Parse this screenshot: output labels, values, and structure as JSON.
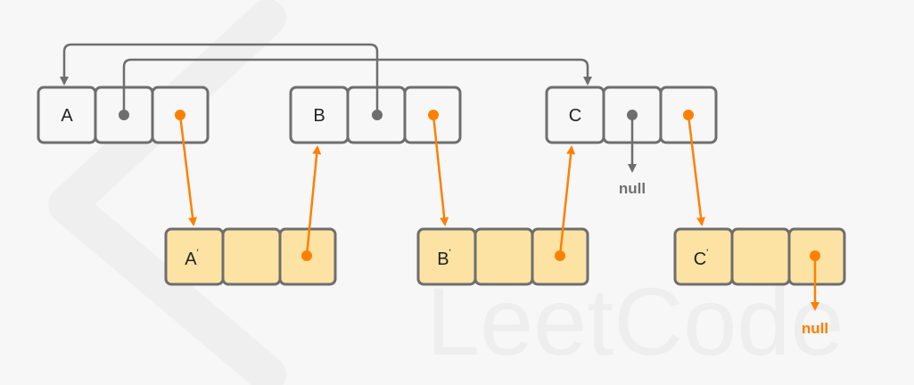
{
  "watermark": {
    "text": "LeetCode"
  },
  "original_nodes": [
    {
      "label": "A"
    },
    {
      "label": "B"
    },
    {
      "label": "C"
    }
  ],
  "copied_nodes": [
    {
      "label": "A",
      "mark": "'"
    },
    {
      "label": "B",
      "mark": "'"
    },
    {
      "label": "C",
      "mark": "'"
    }
  ],
  "null_labels": {
    "next_of_c": "null",
    "random_of_c_copy": "null"
  },
  "colors": {
    "background": "#f7f7f7",
    "original_fill": "#f7f7f7",
    "original_border": "#6e6e6e",
    "copy_fill": "#fce3a4",
    "copy_border": "#6e6e6e",
    "gray_pointer": "#6e6e6e",
    "orange_pointer": "#ff8000"
  }
}
